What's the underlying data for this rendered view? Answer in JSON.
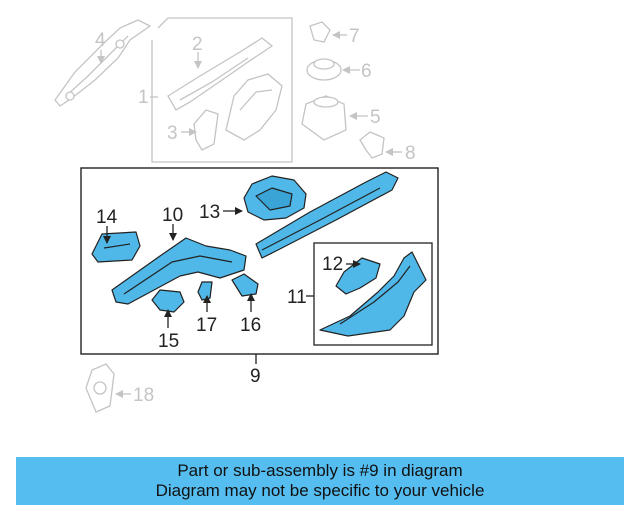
{
  "colors": {
    "highlight": "#4fb8e8",
    "outline": "#222222",
    "dimmed": "#c4c4c4",
    "banner": "#55bdf0"
  },
  "callouts": {
    "c1": "1",
    "c2": "2",
    "c3": "3",
    "c4": "4",
    "c5": "5",
    "c6": "6",
    "c7": "7",
    "c8": "8",
    "c9": "9",
    "c10": "10",
    "c11": "11",
    "c12": "12",
    "c13": "13",
    "c14": "14",
    "c15": "15",
    "c16": "16",
    "c17": "17",
    "c18": "18"
  },
  "banner": {
    "line1": "Part or sub-assembly is #9 in diagram",
    "line2": "Diagram may not be specific to your vehicle"
  }
}
